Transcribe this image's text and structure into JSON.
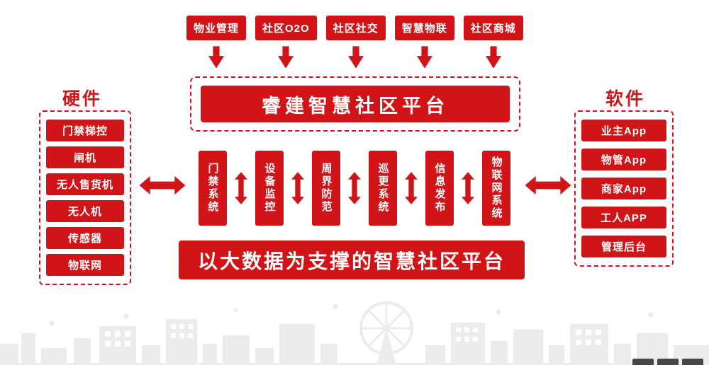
{
  "colors": {
    "primary": "#d01418",
    "skyline": "#ececec",
    "text_on_red": "#ffffff"
  },
  "top_modules": [
    {
      "label": "物业管理"
    },
    {
      "label": "社区O2O"
    },
    {
      "label": "社区社交"
    },
    {
      "label": "智慧物联"
    },
    {
      "label": "社区商城"
    }
  ],
  "platform": {
    "title": "睿建智慧社区平台"
  },
  "hardware": {
    "title": "硬件",
    "items": [
      "门禁梯控",
      "闸机",
      "无人售货机",
      "无人机",
      "传感器",
      "物联网"
    ]
  },
  "software": {
    "title": "软件",
    "items": [
      "业主App",
      "物管App",
      "商家App",
      "工人APP",
      "管理后台"
    ]
  },
  "systems": [
    "门禁系统",
    "设备监控",
    "周界防范",
    "巡更系统",
    "信息发布",
    "物联网系统"
  ],
  "bottom_banner": {
    "title": "以大数据为支撑的智慧社区平台"
  }
}
